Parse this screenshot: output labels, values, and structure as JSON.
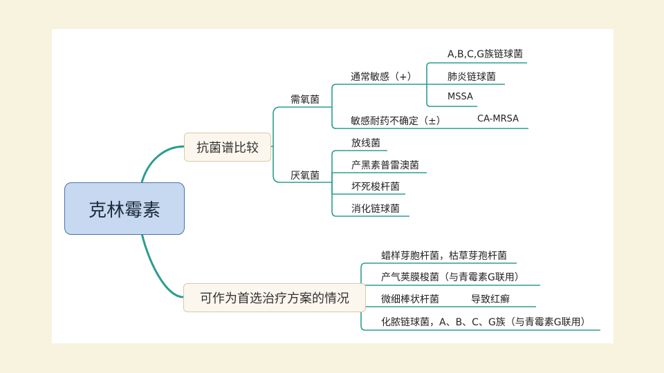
{
  "root": "克林霉素",
  "branch_spectrum": {
    "label": "抗菌谱比较",
    "aerobic": {
      "label": "需氧菌",
      "usually_sensitive": {
        "label": "通常敏感（+）",
        "items": [
          "A,B,C,G族链球菌",
          "肺炎链球菌",
          "MSSA"
        ]
      },
      "uncertain": {
        "label": "敏感耐药不确定（±）",
        "item": "CA-MRSA"
      }
    },
    "anaerobic": {
      "label": "厌氧菌",
      "items": [
        "放线菌",
        "产黑素普雷澳菌",
        "坏死梭杆菌",
        "消化链球菌"
      ]
    }
  },
  "branch_first_choice": {
    "label": "可作为首选治疗方案的情况",
    "items": [
      "蜡样芽胞杆菌，枯草芽孢杆菌",
      "产气荚膜梭菌（与青霉素G联用）",
      "微细棒状杆菌",
      "化脓链球菌，A、B、C、G族（与青霉素G联用）"
    ],
    "corynebacterium_note": "导致红癣"
  },
  "colors": {
    "line": "#2a9d8f",
    "root_fill": "#c6d9f1",
    "branch_fill": "#fcf7ee"
  }
}
